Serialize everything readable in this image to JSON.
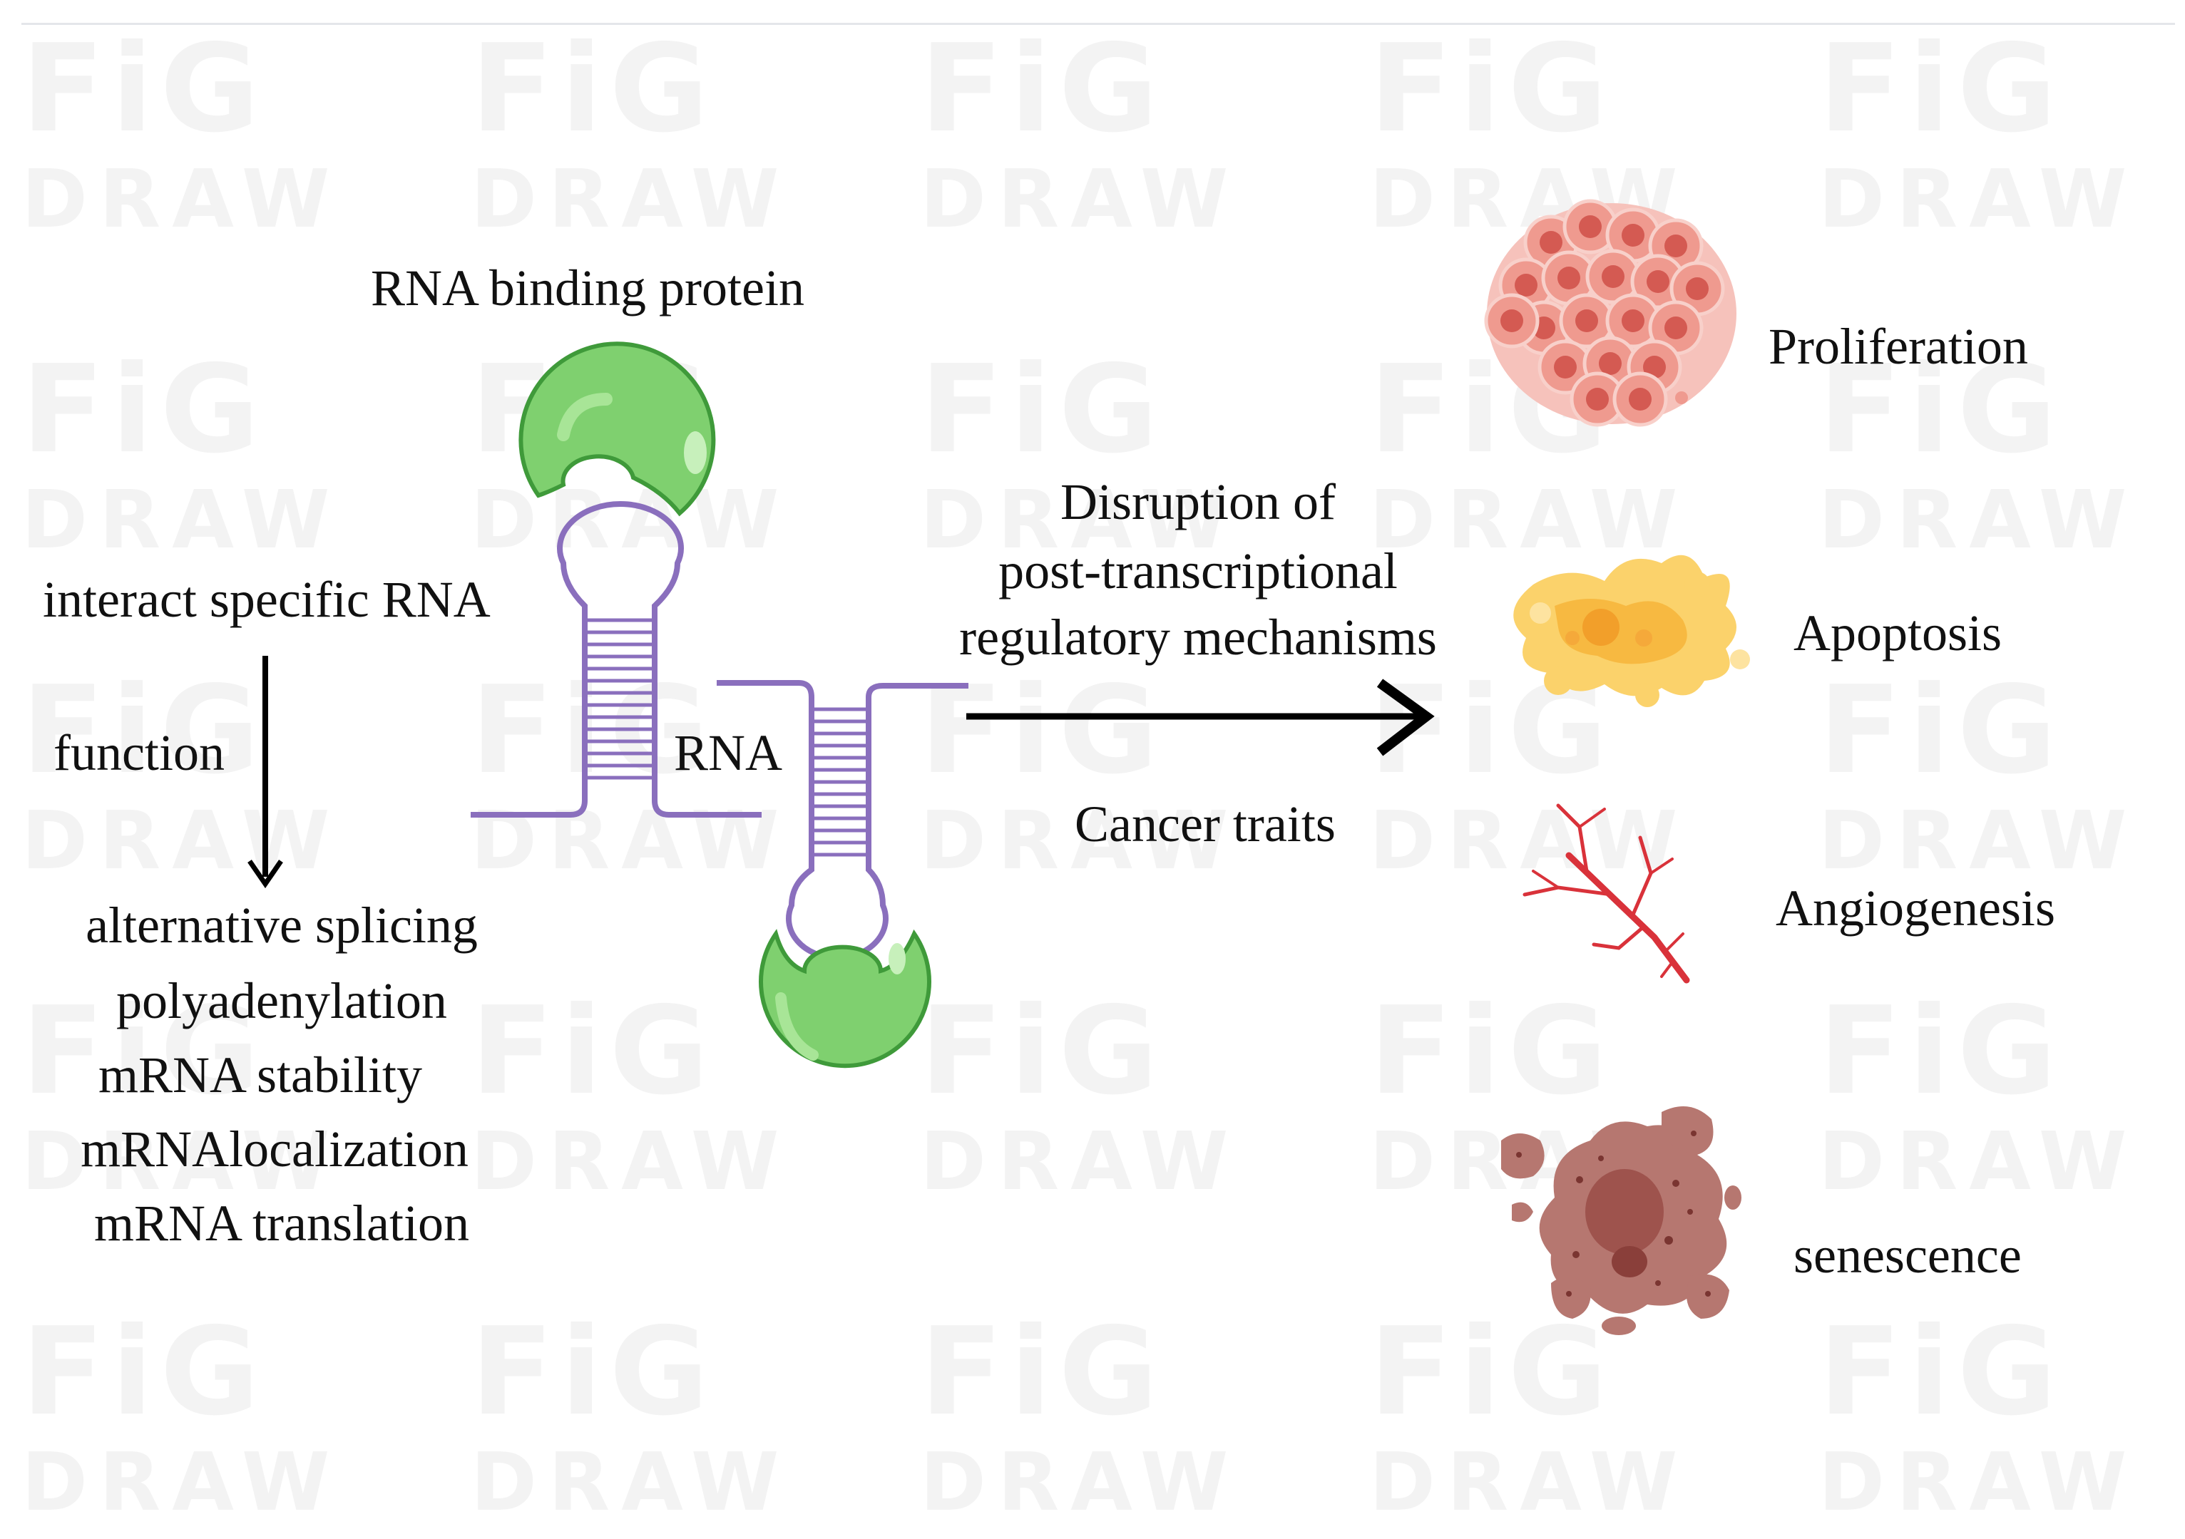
{
  "watermark": {
    "line1": "FiG",
    "line2": "DRAW"
  },
  "protein_label": "RNA binding protein",
  "interact_label": "interact specific RNA",
  "function_label": "function",
  "rna_label": "RNA",
  "functions": [
    "alternative splicing",
    "polyadenylation",
    "mRNA stability",
    "mRNAlocalization",
    "mRNA translation"
  ],
  "disruption_lines": [
    "Disruption of",
    "post-transcriptional",
    "regulatory mechanisms"
  ],
  "cancer_traits_label": "Cancer traits",
  "traits": [
    "Proliferation",
    "Apoptosis",
    "Angiogenesis",
    "senescence"
  ],
  "colors": {
    "protein_fill": "#7fd06f",
    "protein_stroke": "#3f9a3a",
    "rna": "#8a6fbd",
    "proliferation": "#e8867b",
    "apoptosis": "#f7c04a",
    "angiogenesis": "#d9323a",
    "senescence": "#a9655f"
  }
}
